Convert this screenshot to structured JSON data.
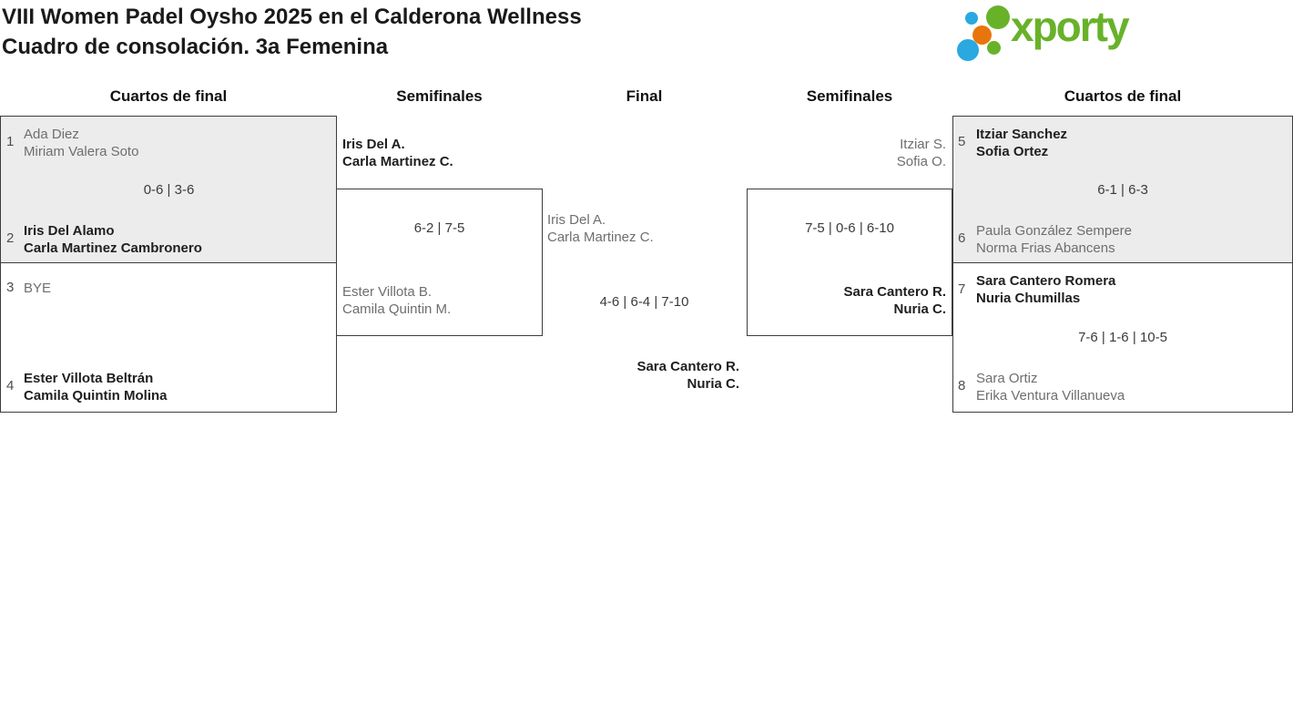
{
  "title": {
    "line1": "VIII Women Padel Oysho 2025 en el Calderona Wellness",
    "line2": "Cuadro de consolación. 3a Femenina"
  },
  "logo": {
    "text": "xporty",
    "green": "#68b22a",
    "blue": "#2aa8e0",
    "orange": "#e8750c"
  },
  "round_headers": {
    "qf_left": "Cuartos de final",
    "sf_left": "Semifinales",
    "final": "Final",
    "sf_right": "Semifinales",
    "qf_right": "Cuartos de final"
  },
  "bracket": {
    "qf_left_top": {
      "top": {
        "seed": "1",
        "line1": "Ada Diez",
        "line2": "Miriam Valera Soto",
        "winner": false
      },
      "score": "0-6 | 3-6",
      "bottom": {
        "seed": "2",
        "line1": "Iris Del Alamo",
        "line2": "Carla Martinez Cambronero",
        "winner": true
      }
    },
    "qf_left_bottom": {
      "top": {
        "seed": "3",
        "line1": "BYE",
        "line2": "",
        "winner": false
      },
      "score": "",
      "bottom": {
        "seed": "4",
        "line1": "Ester Villota Beltrán",
        "line2": "Camila Quintin Molina",
        "winner": true
      }
    },
    "sf_left": {
      "top": {
        "line1": "Iris Del A.",
        "line2": "Carla Martinez C.",
        "winner": true
      },
      "score": "6-2 | 7-5",
      "bottom": {
        "line1": "Ester Villota B.",
        "line2": "Camila Quintin M.",
        "winner": false
      }
    },
    "final": {
      "top": {
        "line1": "Iris Del A.",
        "line2": "Carla Martinez C.",
        "winner": false
      },
      "score": "4-6 | 6-4 | 7-10",
      "bottom": {
        "line1": "Sara Cantero R.",
        "line2": "Nuria C.",
        "winner": true
      }
    },
    "sf_right": {
      "top": {
        "line1": "Itziar S.",
        "line2": "Sofia O.",
        "winner": false
      },
      "score": "7-5 | 0-6 | 6-10",
      "bottom": {
        "line1": "Sara Cantero R.",
        "line2": "Nuria C.",
        "winner": true
      }
    },
    "qf_right_top": {
      "top": {
        "seed": "5",
        "line1": "Itziar Sanchez",
        "line2": "Sofia Ortez",
        "winner": true
      },
      "score": "6-1 | 6-3",
      "bottom": {
        "seed": "6",
        "line1": "Paula González Sempere",
        "line2": "Norma Frias Abancens",
        "winner": false
      }
    },
    "qf_right_bottom": {
      "top": {
        "seed": "7",
        "line1": "Sara Cantero Romera",
        "line2": "Nuria Chumillas",
        "winner": true
      },
      "score": "7-6 | 1-6 | 10-5",
      "bottom": {
        "seed": "8",
        "line1": "Sara Ortiz",
        "line2": "Erika Ventura Villanueva",
        "winner": false
      }
    }
  }
}
